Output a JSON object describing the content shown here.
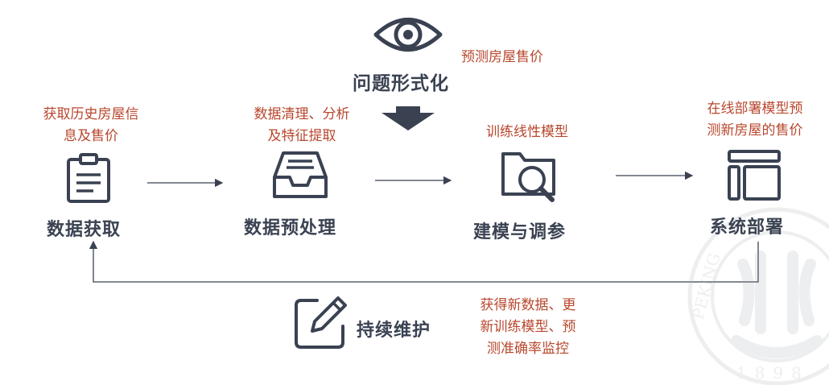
{
  "colors": {
    "dark": "#3a4252",
    "accent": "#b8472d",
    "seal": "#9ea3aa"
  },
  "top": {
    "title": "问题形式化",
    "note": "预测房屋售价",
    "icon": "eye-icon",
    "arrow_icon": "down-arrow-icon"
  },
  "steps": [
    {
      "title": "数据获取",
      "note_lines": [
        "获取历史房屋信",
        "息及售价"
      ],
      "icon": "clipboard-icon"
    },
    {
      "title": "数据预处理",
      "note_lines": [
        "数据清理、分析",
        "及特征提取"
      ],
      "icon": "inbox-tray-icon"
    },
    {
      "title": "建模与调参",
      "note_lines": [
        "训练线性模型"
      ],
      "icon": "folder-search-icon"
    },
    {
      "title": "系统部署",
      "note_lines": [
        "在线部署模型预",
        "测新房屋的售价"
      ],
      "icon": "layout-icon"
    }
  ],
  "maintenance": {
    "title": "持续维护",
    "note_lines": [
      "获得新数据、更",
      "新训练模型、预",
      "测准确率监控"
    ],
    "icon": "pencil-edit-icon"
  },
  "watermark": {
    "icon": "university-seal-icon",
    "text_left": "PEKING",
    "text_right": "IV",
    "year": "1898"
  }
}
